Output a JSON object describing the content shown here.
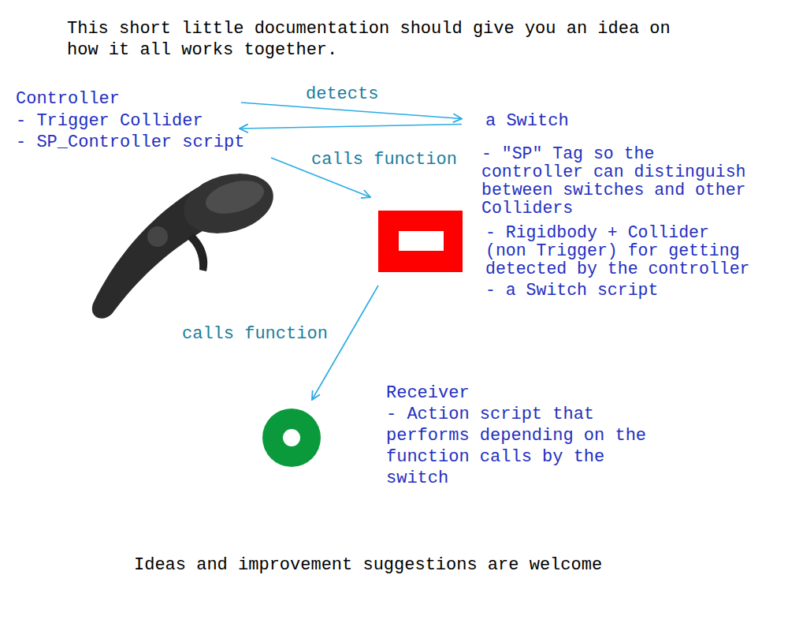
{
  "diagram": {
    "title": "This short little documentation should give you an idea on how it all works together.",
    "caption": "Ideas and improvement suggestions are welcome",
    "nodes": [
      {
        "text": [
          "Controller",
          "- Trigger Collider",
          "- SP_Controller script"
        ]
      },
      {
        "text": [
          "a Switch",
          "- \"SP\" Tag so the controller can distinguish between switches and other Colliders",
          "- Rigidbody + Collider (non Trigger) for getting detected by the controller",
          "- a Switch script"
        ]
      },
      {
        "text": [
          "Receiver",
          "- Action script that performs depending on the function calls by the switch"
        ]
      }
    ],
    "edges": [
      {
        "from": 0,
        "to": 1,
        "label": "detects",
        "arrow": "to"
      },
      {
        "from": 1,
        "to": 0,
        "arrow": "to"
      },
      {
        "from": 0,
        "to": 1,
        "label": "calls function",
        "arrow": "to"
      },
      {
        "from": 1,
        "to": 2,
        "label": "calls function",
        "arrow": "to"
      }
    ]
  }
}
